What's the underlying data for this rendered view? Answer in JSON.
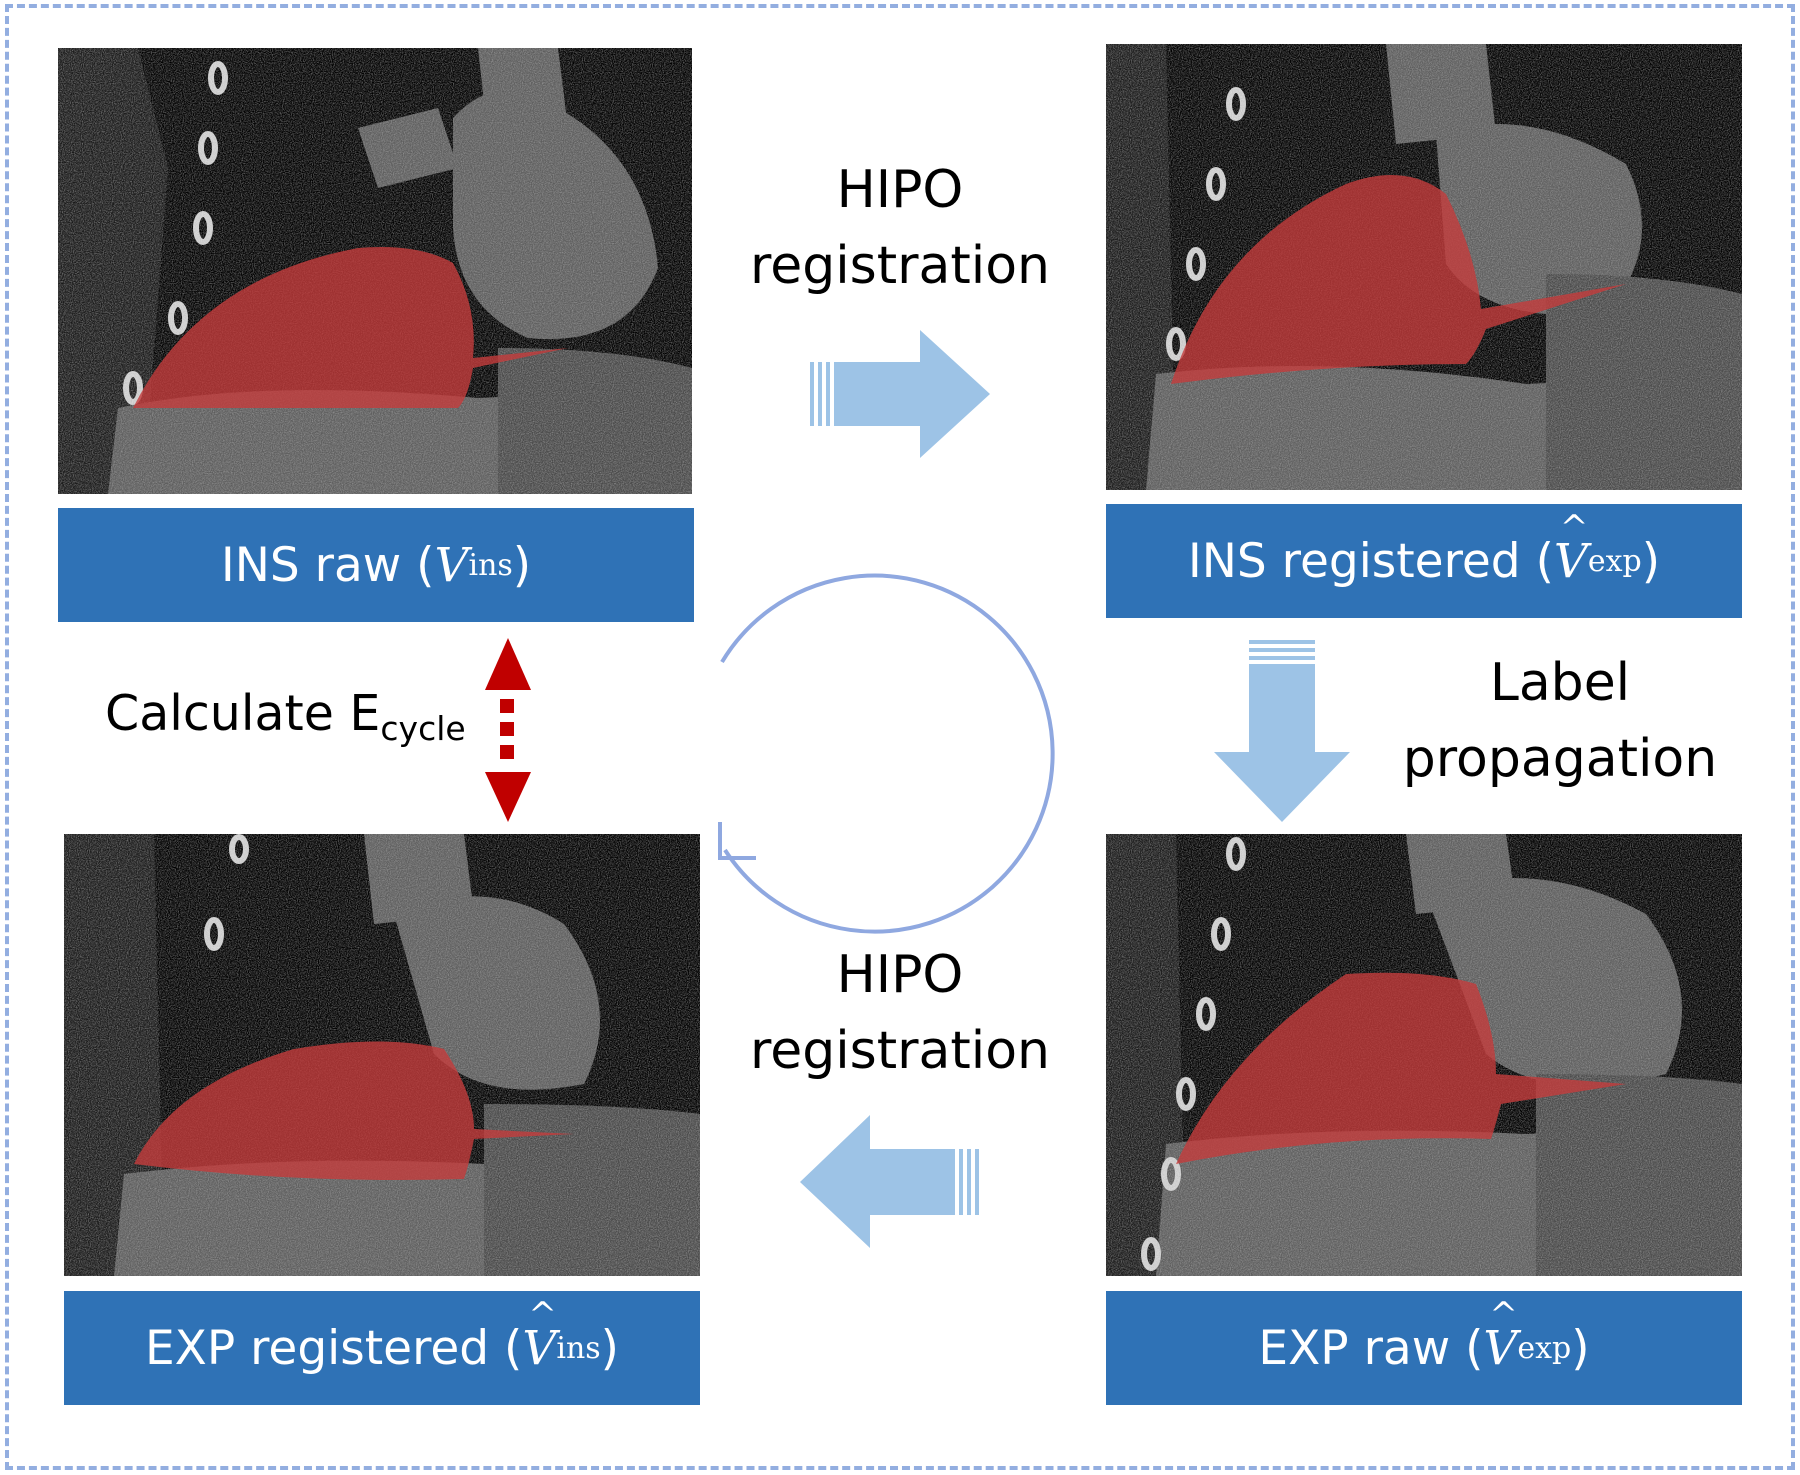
{
  "panels": {
    "ins_raw": {
      "label_prefix": "INS raw (",
      "var": "V",
      "sub": "ins",
      "label_suffix": ")"
    },
    "ins_registered": {
      "label_prefix": "INS registered (",
      "var": "V",
      "sub": "exp",
      "label_suffix": ")"
    },
    "exp_registered": {
      "label_prefix": "EXP registered (",
      "var": "V",
      "sub": "ins",
      "label_suffix": ")"
    },
    "exp_raw": {
      "label_prefix": "EXP raw (",
      "var": "V",
      "sub": "exp",
      "label_suffix": ")"
    }
  },
  "arrows": {
    "top": {
      "line1": "HIPO",
      "line2": "registration"
    },
    "right": {
      "line1": "Label",
      "line2": "propagation"
    },
    "bottom": {
      "line1": "HIPO",
      "line2": "registration"
    },
    "left": {
      "prefix": "Calculate E",
      "sub": "cycle"
    }
  },
  "colors": {
    "label_bg": "#2f72b6",
    "flow_arrow": "#9dc3e6",
    "cycle_arrow": "#8fa8e0",
    "error_arrow": "#c00000",
    "frame_border": "#93aee0",
    "liver_overlay": "#c43c3c"
  }
}
